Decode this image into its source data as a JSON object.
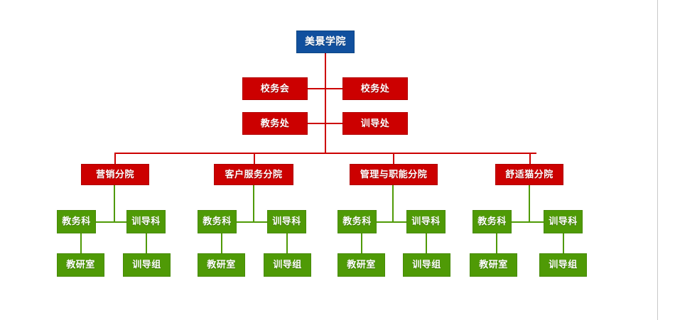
{
  "diagram": {
    "title_node": "美景学院",
    "colors": {
      "root": "#11509E",
      "red": "#CC0000",
      "green": "#4F9A06",
      "background": "#FFFFFF",
      "page_edge": "#C8C8C8"
    },
    "levels": {
      "root": {
        "label": "美景学院"
      },
      "admin_row1": {
        "left": "校务会",
        "right": "校务处"
      },
      "admin_row2": {
        "left": "教务处",
        "right": "训导处"
      },
      "divisions": [
        {
          "label": "营销分院"
        },
        {
          "label": "客户服务分院"
        },
        {
          "label": "管理与职能分院"
        },
        {
          "label": "舒适猫分院"
        }
      ],
      "section_labels": {
        "left": "教务科",
        "right": "训导科"
      },
      "unit_labels": {
        "left": "教研室",
        "right": "训导组"
      }
    },
    "groups": [
      {
        "division": "营销分院",
        "sections": [
          "教务科",
          "训导科"
        ],
        "units": [
          "教研室",
          "训导组"
        ]
      },
      {
        "division": "客户服务分院",
        "sections": [
          "教务科",
          "训导科"
        ],
        "units": [
          "教研室",
          "训导组"
        ]
      },
      {
        "division": "管理与职能分院",
        "sections": [
          "教务科",
          "训导科"
        ],
        "units": [
          "教研室",
          "训导组"
        ]
      },
      {
        "division": "舒适猫分院",
        "sections": [
          "教务科",
          "训导科"
        ],
        "units": [
          "教研室",
          "训导组"
        ]
      }
    ]
  }
}
